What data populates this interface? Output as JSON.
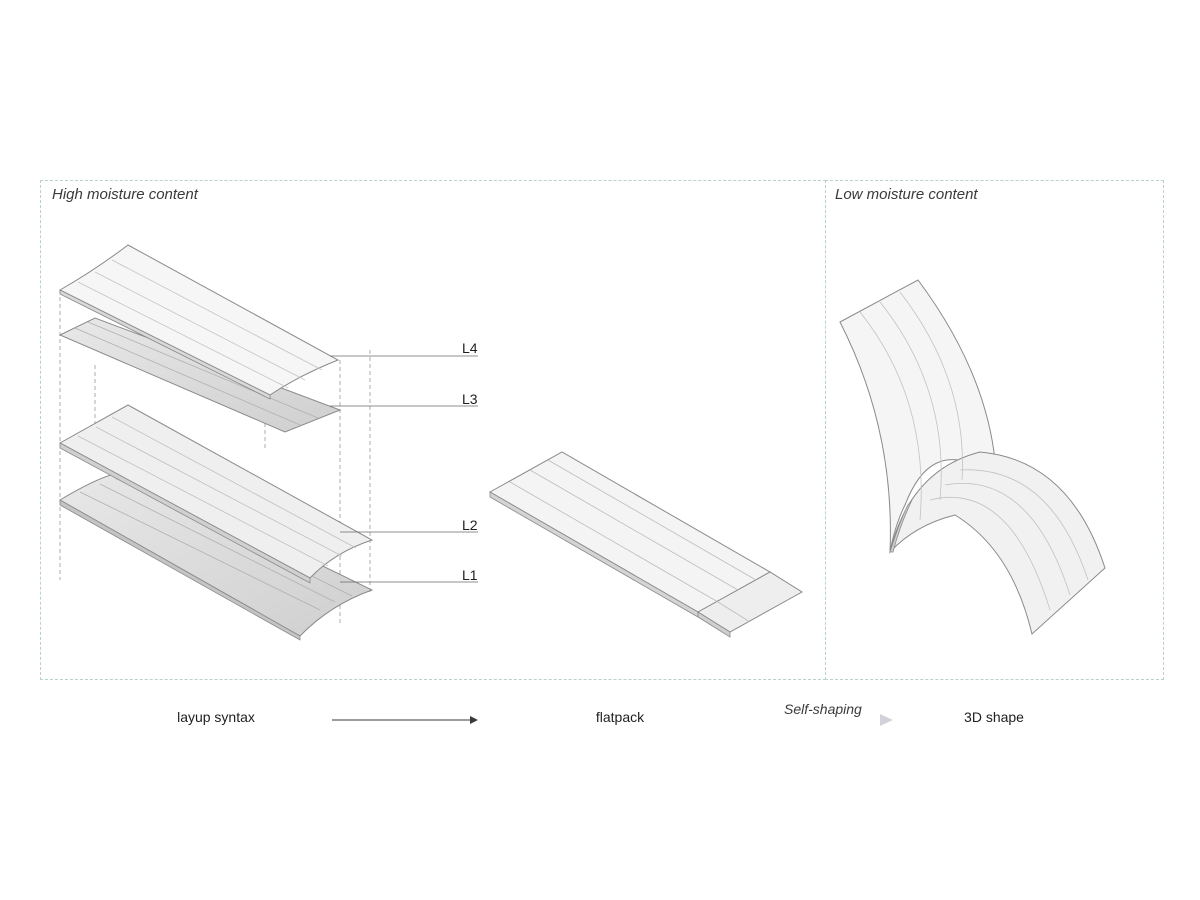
{
  "panels": {
    "high_moisture": {
      "title": "High moisture content"
    },
    "low_moisture": {
      "title": "Low moisture content"
    }
  },
  "layers": {
    "l4": "L4",
    "l3": "L3",
    "l2": "L2",
    "l1": "L1"
  },
  "stages": {
    "layup": "layup syntax",
    "flatpack": "flatpack",
    "shape_3d": "3D shape"
  },
  "transitions": {
    "self_shaping": "Self-shaping"
  },
  "colors": {
    "panel_border": "#b9d0cc",
    "sheet_light": "#f4f4f4",
    "sheet_shaded": "#dadada",
    "outline": "#8a8a8a",
    "arrow_dark": "#3a3a3a",
    "arrow_accent": "#4a4a9a"
  }
}
